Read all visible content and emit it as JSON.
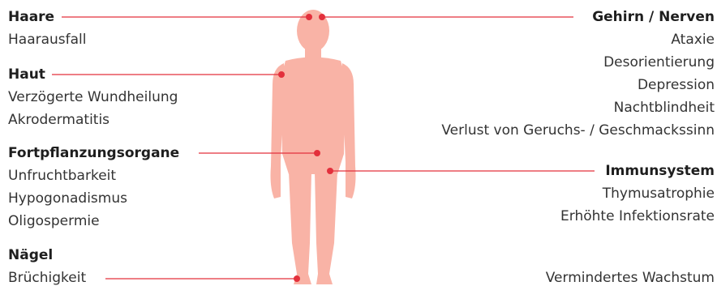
{
  "colors": {
    "body": "#f9b3a6",
    "accent": "#e3303c",
    "line": "#e3303c",
    "text": "#333333"
  },
  "left_groups": [
    {
      "title": "Haare",
      "items": [
        "Haarausfall"
      ]
    },
    {
      "title": "Haut",
      "items": [
        "Verzögerte Wundheilung",
        "Akrodermatitis"
      ]
    },
    {
      "title": "Fortpflanzungsorgane",
      "items": [
        "Unfruchtbarkeit",
        "Hypogonadismus",
        "Oligospermie"
      ]
    },
    {
      "title": "Nägel",
      "items": [
        "Brüchigkeit"
      ]
    }
  ],
  "right_groups": [
    {
      "title": "Gehirn / Nerven",
      "items": [
        "Ataxie",
        "Desorientierung",
        "Depression",
        "Nachtblindheit",
        "Verlust von Geruchs- / Geschmackssinn"
      ]
    },
    {
      "title": "Immunsystem",
      "items": [
        "Thymusatrophie",
        "Erhöhte Infektionsrate"
      ]
    },
    {
      "title": "",
      "items": [
        "Vermindertes Wachstum"
      ]
    }
  ]
}
